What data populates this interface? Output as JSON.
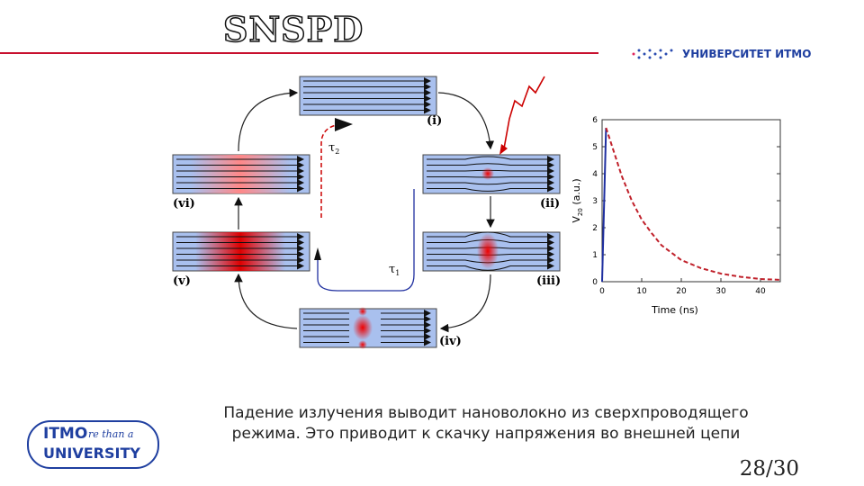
{
  "slide": {
    "title": "SNSPD",
    "caption_line1": "Падение излучения выводит нановолокно из сверхпроводящего",
    "caption_line2": "режима. Это приводит к скачку напряжения  во внешней цепи",
    "page": "28/30"
  },
  "logo": {
    "text": "УНИВЕРСИТЕТ ИТМО",
    "badge_top": "ITMO",
    "badge_script": "re than a",
    "badge_bottom": "UNIVERSITY"
  },
  "diagram": {
    "labels": [
      "(i)",
      "(ii)",
      "(iii)",
      "(iv)",
      "(v)",
      "(vi)"
    ],
    "tau1": "τ",
    "tau1_sub": "1",
    "tau2": "τ",
    "tau2_sub": "2"
  },
  "chart_data": {
    "type": "line",
    "xlabel": "Time (ns)",
    "ylabel": "V",
    "ylabel_sub": "20",
    "ylabel_suffix": " (a.u.)",
    "xlim": [
      0,
      45
    ],
    "ylim": [
      0,
      6
    ],
    "xticks": [
      "0",
      "10",
      "20",
      "30",
      "40"
    ],
    "yticks": [
      "0",
      "1",
      "2",
      "3",
      "4",
      "5",
      "6"
    ],
    "series": [
      {
        "name": "rise",
        "color": "#1f2fa0",
        "style": "solid",
        "x": [
          0,
          1
        ],
        "y": [
          0,
          5.7
        ]
      },
      {
        "name": "decay",
        "color": "#c0202a",
        "style": "dashed",
        "x": [
          1,
          3,
          5,
          7.5,
          10,
          12.5,
          15,
          20,
          25,
          30,
          35,
          40,
          45
        ],
        "y": [
          5.7,
          4.8,
          3.9,
          3.0,
          2.3,
          1.8,
          1.35,
          0.8,
          0.5,
          0.3,
          0.18,
          0.1,
          0.07
        ]
      }
    ]
  }
}
